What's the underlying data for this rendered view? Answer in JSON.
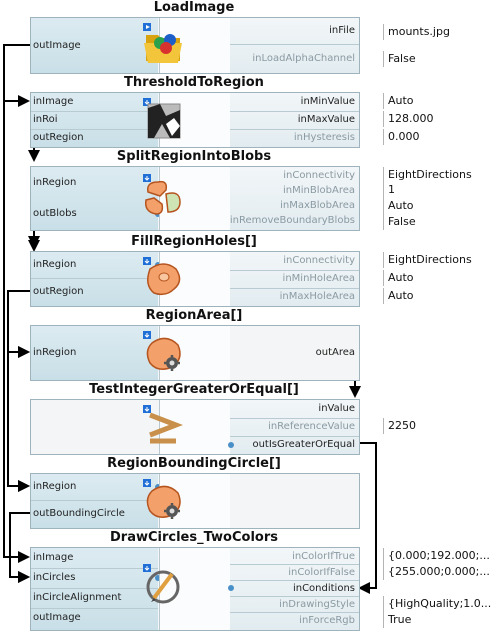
{
  "nodes": [
    {
      "title": "LoadImage",
      "inputs": [],
      "outputs": [
        "outImage"
      ],
      "params": [
        {
          "name": "inFile",
          "value": "mounts.jpg",
          "dim": false
        },
        {
          "name": "inLoadAlphaChannel",
          "value": "False",
          "dim": true
        }
      ],
      "icon": "folder-icon"
    },
    {
      "title": "ThresholdToRegion",
      "inputs": [
        "inImage",
        "inRoi"
      ],
      "outputs": [
        "outRegion"
      ],
      "params": [
        {
          "name": "inMinValue",
          "value": "Auto",
          "dim": false
        },
        {
          "name": "inMaxValue",
          "value": "128.000",
          "dim": false
        },
        {
          "name": "inHysteresis",
          "value": "0.000",
          "dim": true
        }
      ],
      "icon": "threshold-image-icon"
    },
    {
      "title": "SplitRegionIntoBlobs",
      "inputs": [
        "inRegion"
      ],
      "outputs": [
        "outBlobs"
      ],
      "params": [
        {
          "name": "inConnectivity",
          "value": "EightDirections",
          "dim": true
        },
        {
          "name": "inMinBlobArea",
          "value": "1",
          "dim": true
        },
        {
          "name": "inMaxBlobArea",
          "value": "Auto",
          "dim": true
        },
        {
          "name": "inRemoveBoundaryBlobs",
          "value": "False",
          "dim": true
        }
      ],
      "icon": "split-blobs-icon"
    },
    {
      "title": "FillRegionHoles[]",
      "inputs": [
        "inRegion"
      ],
      "outputs": [
        "outRegion"
      ],
      "params": [
        {
          "name": "inConnectivity",
          "value": "EightDirections",
          "dim": true
        },
        {
          "name": "inMinHoleArea",
          "value": "Auto",
          "dim": true
        },
        {
          "name": "inMaxHoleArea",
          "value": "Auto",
          "dim": true
        }
      ],
      "icon": "fill-holes-icon"
    },
    {
      "title": "RegionArea[]",
      "inputs": [
        "inRegion"
      ],
      "outputs": [
        "outArea"
      ],
      "params": [],
      "icon": "region-gear-icon"
    },
    {
      "title": "TestIntegerGreaterOrEqual[]",
      "inputs": [],
      "outputs": [],
      "params": [
        {
          "name": "inValue",
          "value": "",
          "dim": false
        },
        {
          "name": "inReferenceValue",
          "value": "2250",
          "dim": true
        },
        {
          "name": "outIsGreaterOrEqual",
          "value": "",
          "dim": false
        }
      ],
      "icon": "greater-or-equal-icon"
    },
    {
      "title": "RegionBoundingCircle[]",
      "inputs": [
        "inRegion"
      ],
      "outputs": [
        "outBoundingCircle"
      ],
      "params": [],
      "icon": "region-gear-icon"
    },
    {
      "title": "DrawCircles_TwoColors",
      "inputs": [
        "inImage",
        "inCircles",
        "inCircleAlignment"
      ],
      "outputs": [
        "outImage"
      ],
      "params": [
        {
          "name": "inColorIfTrue",
          "value": "{0.000;192.000;...",
          "dim": true
        },
        {
          "name": "inColorIfFalse",
          "value": "{255.000;0.000;...",
          "dim": true
        },
        {
          "name": "inConditions",
          "value": "",
          "dim": false
        },
        {
          "name": "inDrawingStyle",
          "value": "{HighQuality;1.0...",
          "dim": true
        },
        {
          "name": "inForceRgb",
          "value": "True",
          "dim": true
        }
      ],
      "icon": "draw-circle-icon"
    }
  ]
}
